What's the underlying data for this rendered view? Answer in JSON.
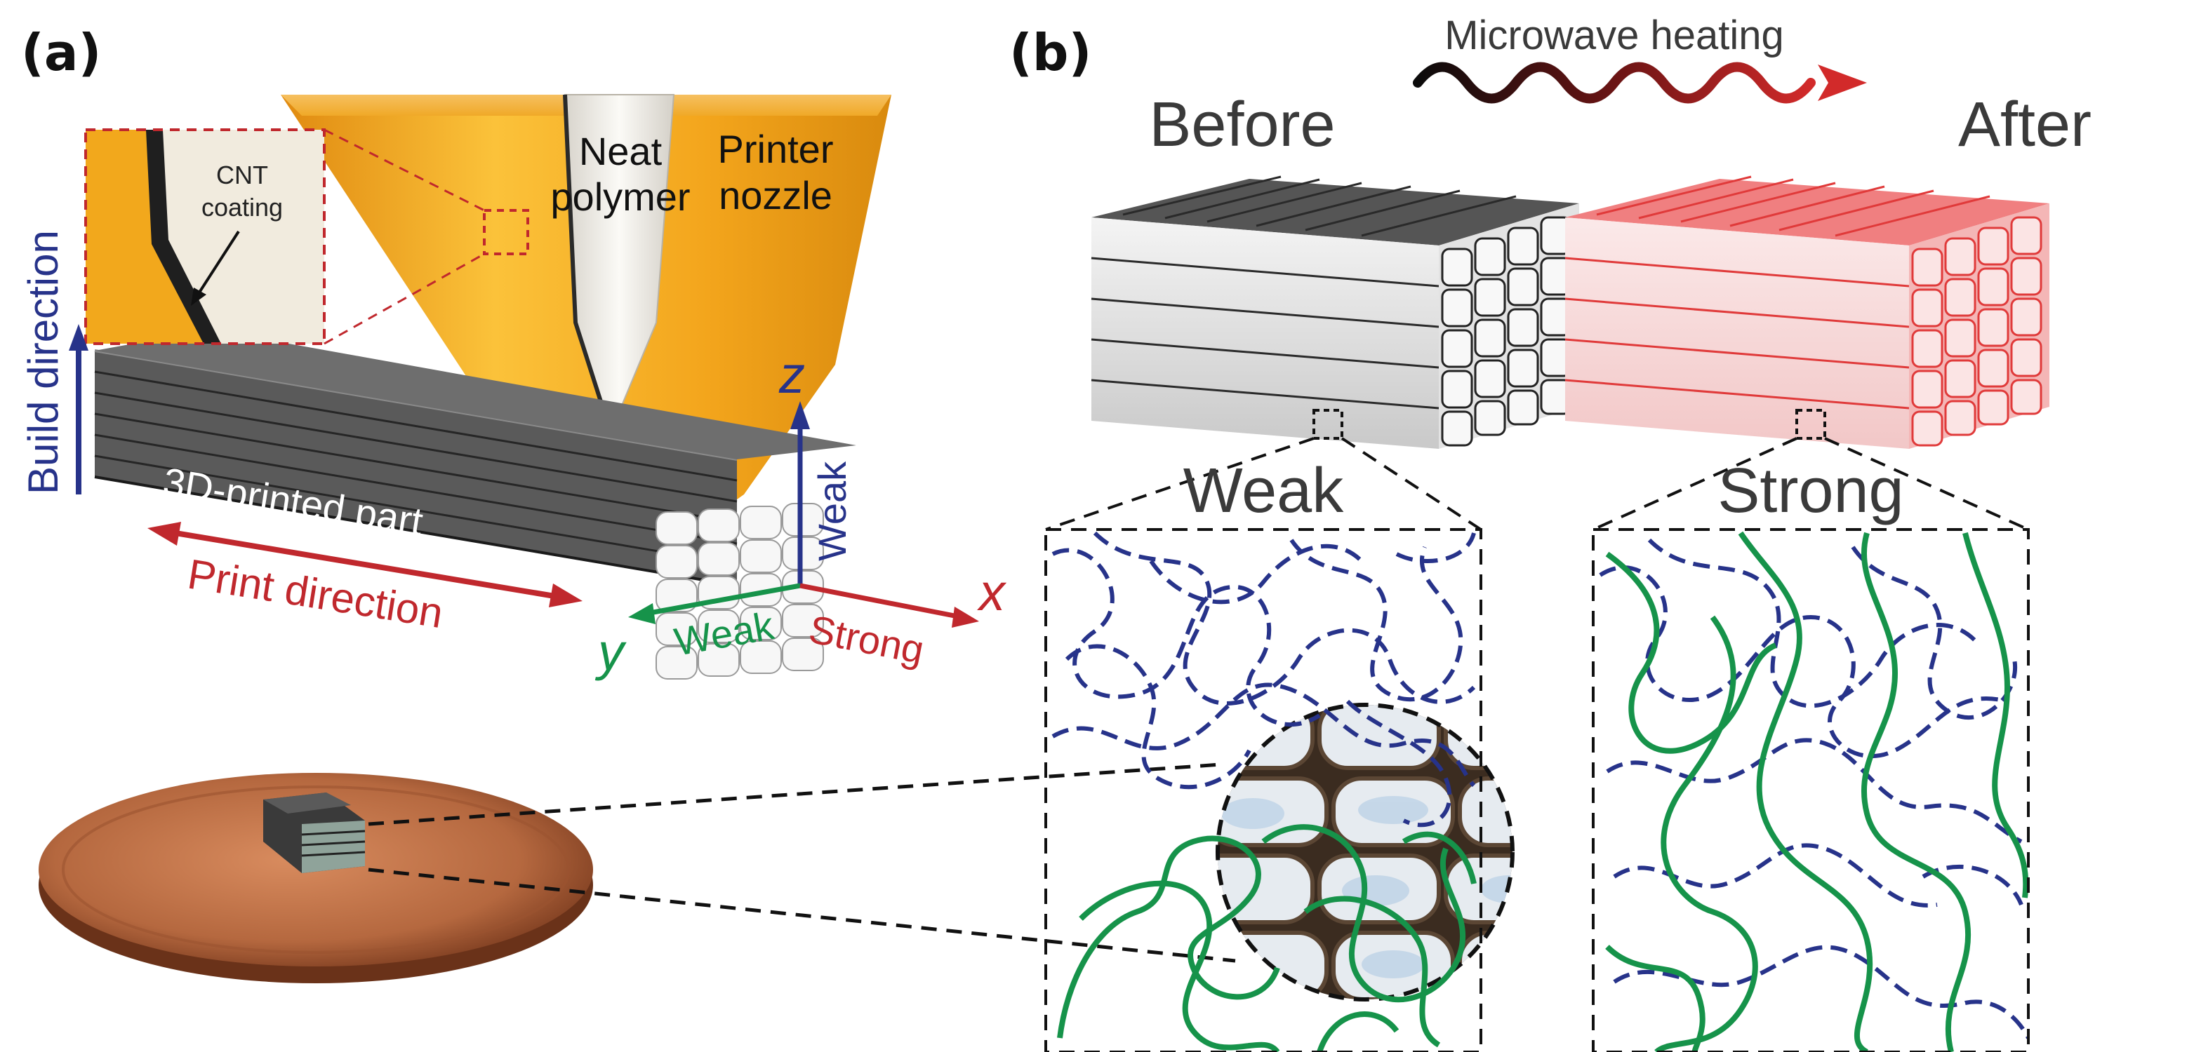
{
  "panel_a": {
    "label": "(a)",
    "cnt_coating": [
      "CNT",
      "coating"
    ],
    "neat_polymer": [
      "Neat",
      "polymer"
    ],
    "printer_nozzle": [
      "Printer",
      "nozzle"
    ],
    "build_direction": "Build direction",
    "print_direction": "Print direction",
    "part_label": "3D-printed part",
    "axis_z": "z",
    "axis_x": "x",
    "axis_y": "y",
    "z_strength": "Weak",
    "y_strength": "Weak",
    "x_strength": "Strong"
  },
  "panel_b": {
    "label": "(b)",
    "process": "Microwave heating",
    "before": "Before",
    "after": "After",
    "before_state": "Weak",
    "after_state": "Strong"
  },
  "colors": {
    "navy": "#27338a",
    "red": "#c0282d",
    "green": "#16934a",
    "nozzle_orange": "#f2a81c",
    "copper": "#b5683f",
    "heated_pink": "#f07f80"
  }
}
